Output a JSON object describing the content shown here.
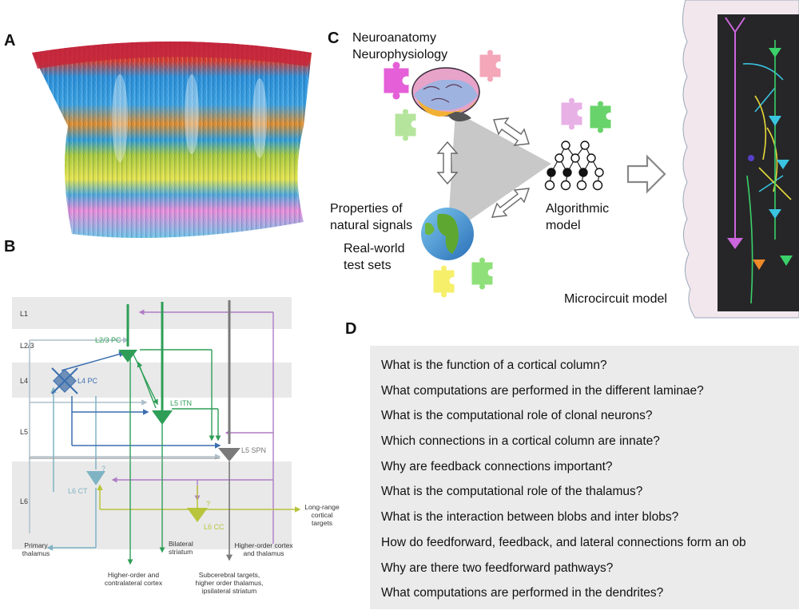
{
  "panels": {
    "a": "A",
    "b": "B",
    "c": "C",
    "d": "D"
  },
  "panel_b": {
    "layers": [
      "L1",
      "L2/3",
      "L4",
      "L5",
      "L6"
    ],
    "cells": {
      "l23_pc": "L2/3 PC",
      "l4_pc": "L4 PC",
      "l5_itn": "L5 ITN",
      "l5_spn": "L5 SPN",
      "l6_ct": "L6 CT",
      "l6_cc": "L6 CC"
    },
    "question_mark": "?",
    "targets": {
      "primary_thalamus": "Primary\nthalamus",
      "higher_order_cortex_left": "Higher-order and\ncontralateral cortex",
      "bilateral_striatum": "Bilateral\nstriatum",
      "subcerebral": "Subcerebral targets,\nhigher order thalamus,\nipsilateral striatum",
      "higher_order_cortex_right": "Higher-order cortex\nand thalamus",
      "long_range": "Long-range\ncortical\ntargets"
    }
  },
  "panel_c": {
    "neuroanatomy": "Neuroanatomy",
    "neurophysiology": "Neurophysiology",
    "properties_1": "Properties of",
    "properties_2": "natural signals",
    "realworld_1": "Real-world",
    "realworld_2": "test sets",
    "algorithmic_1": "Algorithmic",
    "algorithmic_2": "model",
    "microcircuit": "Microcircuit model"
  },
  "questions": [
    "What is the function of a cortical column?",
    "What computations are performed in the different laminae?",
    "What is the computational role of clonal neurons?",
    "Which connections in a cortical column are innate?",
    "Why are feedback connections important?",
    "What is the computational role of the thalamus?",
    "What is the interaction between blobs and inter blobs?",
    "How do feedforward, feedback, and lateral connections form an ob",
    "Why are there two feedforward pathways?",
    "What computations are performed in the dendrites?"
  ],
  "colors": {
    "l23": "#2e9e57",
    "l4": "#3b6fb0",
    "l5spn": "#777777",
    "l6ct": "#7fb3c4",
    "l6cc": "#b8c43a",
    "feedback": "#b07cc6"
  }
}
